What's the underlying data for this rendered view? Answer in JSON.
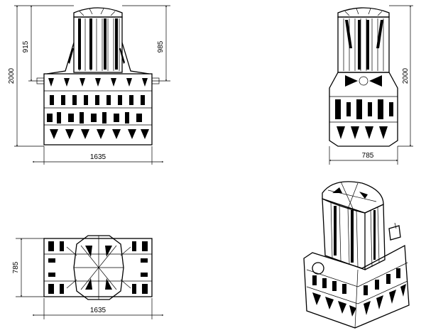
{
  "front_view": {
    "width_label": "1635",
    "total_height_label": "2000",
    "inlet_height_label": "915",
    "outlet_height_label": "985"
  },
  "side_view": {
    "width_label": "785",
    "total_height_label": "2000"
  },
  "top_view": {
    "length_label": "1635",
    "width_label": "785"
  },
  "iso_view": {}
}
